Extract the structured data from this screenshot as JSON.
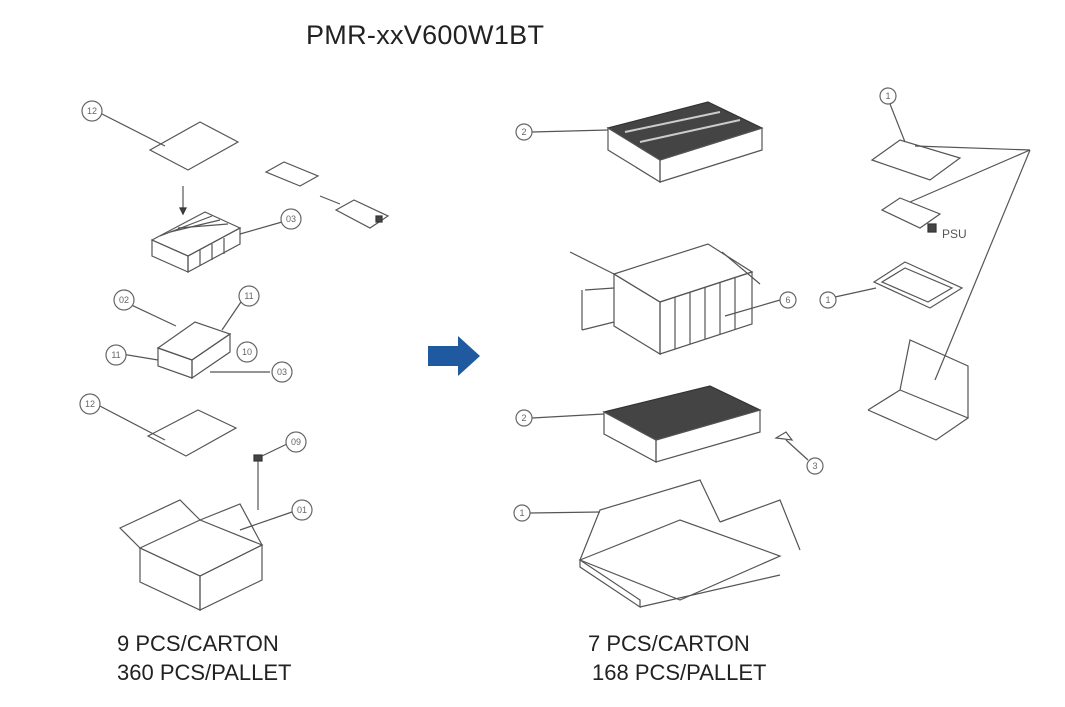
{
  "title": "PMR-xxV600W1BT",
  "left": {
    "caption_line1": "9 PCS/CARTON",
    "caption_line2": "360 PCS/PALLET",
    "callouts": [
      "12",
      "03",
      "02",
      "11",
      "11",
      "10",
      "03",
      "12",
      "09",
      "01"
    ]
  },
  "right": {
    "caption_line1": "7 PCS/CARTON",
    "caption_line2": "168 PCS/PALLET",
    "psu_label": "PSU",
    "callouts": [
      "2",
      "6",
      "2",
      "3",
      "1",
      "1",
      "1"
    ]
  },
  "arrow_color": "#1f5aa0"
}
